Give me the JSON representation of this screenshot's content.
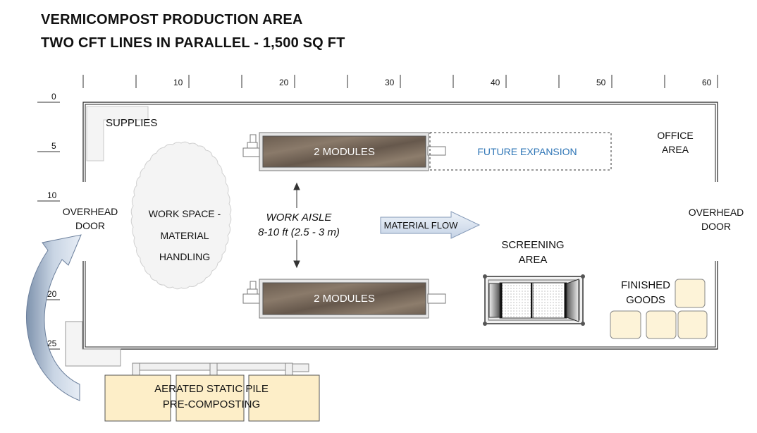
{
  "title_line1": "VERMICOMPOST PRODUCTION AREA",
  "title_line2": "TWO CFT LINES IN PARALLEL - 1,500 SQ FT",
  "scale_top": [
    "10",
    "20",
    "30",
    "40",
    "50",
    "60"
  ],
  "scale_left": [
    "0",
    "5",
    "10",
    "20",
    "25"
  ],
  "labels": {
    "supplies": "SUPPLIES",
    "module_top": "2 MODULES",
    "module_bottom": "2 MODULES",
    "future_expansion": "FUTURE EXPANSION",
    "office_line1": "OFFICE",
    "office_line2": "AREA",
    "overhead_left_line1": "OVERHEAD",
    "overhead_left_line2": "DOOR",
    "overhead_right_line1": "OVERHEAD",
    "overhead_right_line2": "DOOR",
    "work_space_line1": "WORK SPACE -",
    "work_space_line2": "MATERIAL",
    "work_space_line3": "HANDLING",
    "work_aisle_line1": "WORK AISLE",
    "work_aisle_line2": "8-10 ft  (2.5 - 3 m)",
    "material_flow": "MATERIAL FLOW",
    "screening_line1": "SCREENING",
    "screening_line2": "AREA",
    "finished_line1": "FINISHED",
    "finished_line2": "GOODS",
    "asp_line1": "AERATED STATIC PILE",
    "asp_line2": "PRE-COMPOSTING"
  },
  "colors": {
    "future_expansion_text": "#2e75b6",
    "module_fill": "#7a6a5c",
    "goods_fill": "#fdf3d8",
    "asp_fill": "#fdeec8",
    "arrow_fill": "#d9e2ef"
  }
}
